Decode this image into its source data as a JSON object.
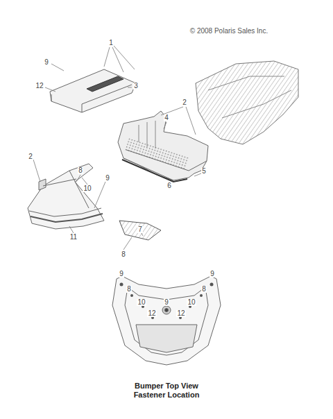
{
  "diagram": {
    "caption": "Bumper Top View Fastener Location",
    "labels": [
      "© 2008 Polaris Sales Inc.",
      "1",
      "9",
      "12",
      "3",
      "4",
      "2",
      "5",
      "6",
      "2",
      "8",
      "10",
      "9",
      "11",
      "7",
      "8",
      "9",
      "9",
      "8",
      "8",
      "10",
      "9",
      "10",
      "12",
      "12"
    ]
  }
}
